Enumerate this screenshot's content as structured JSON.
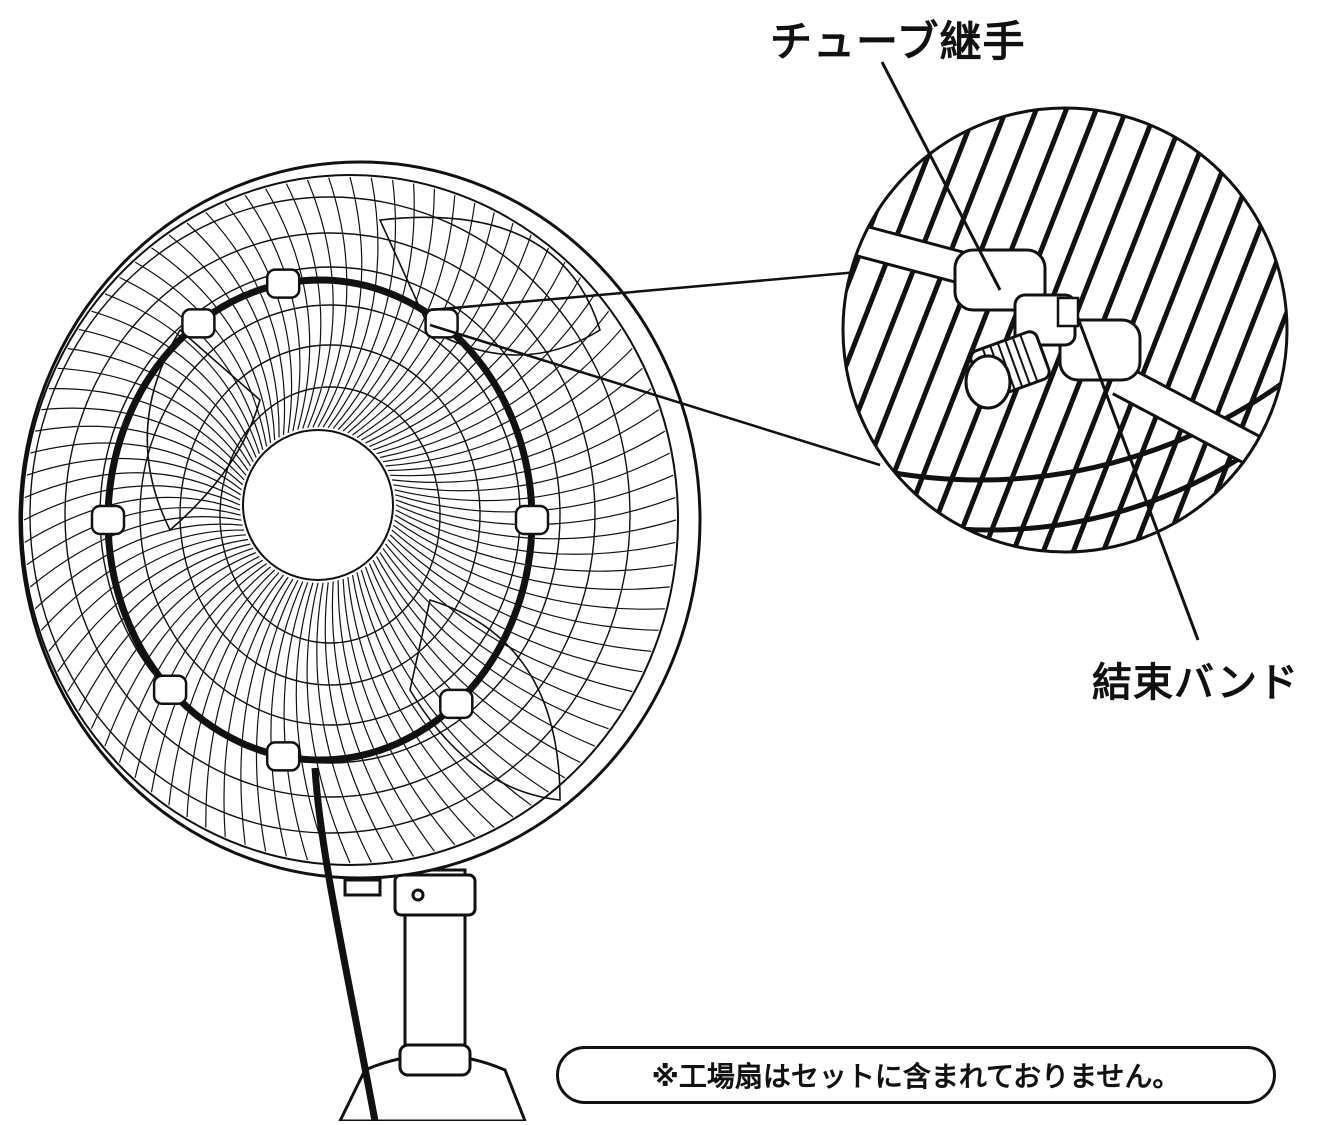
{
  "labels": {
    "tube_joint": "チューブ継手",
    "cable_tie": "結束バンド"
  },
  "note": "※工場扇はセットに含まれておりません。",
  "colors": {
    "line": "#111111",
    "background": "#ffffff"
  }
}
